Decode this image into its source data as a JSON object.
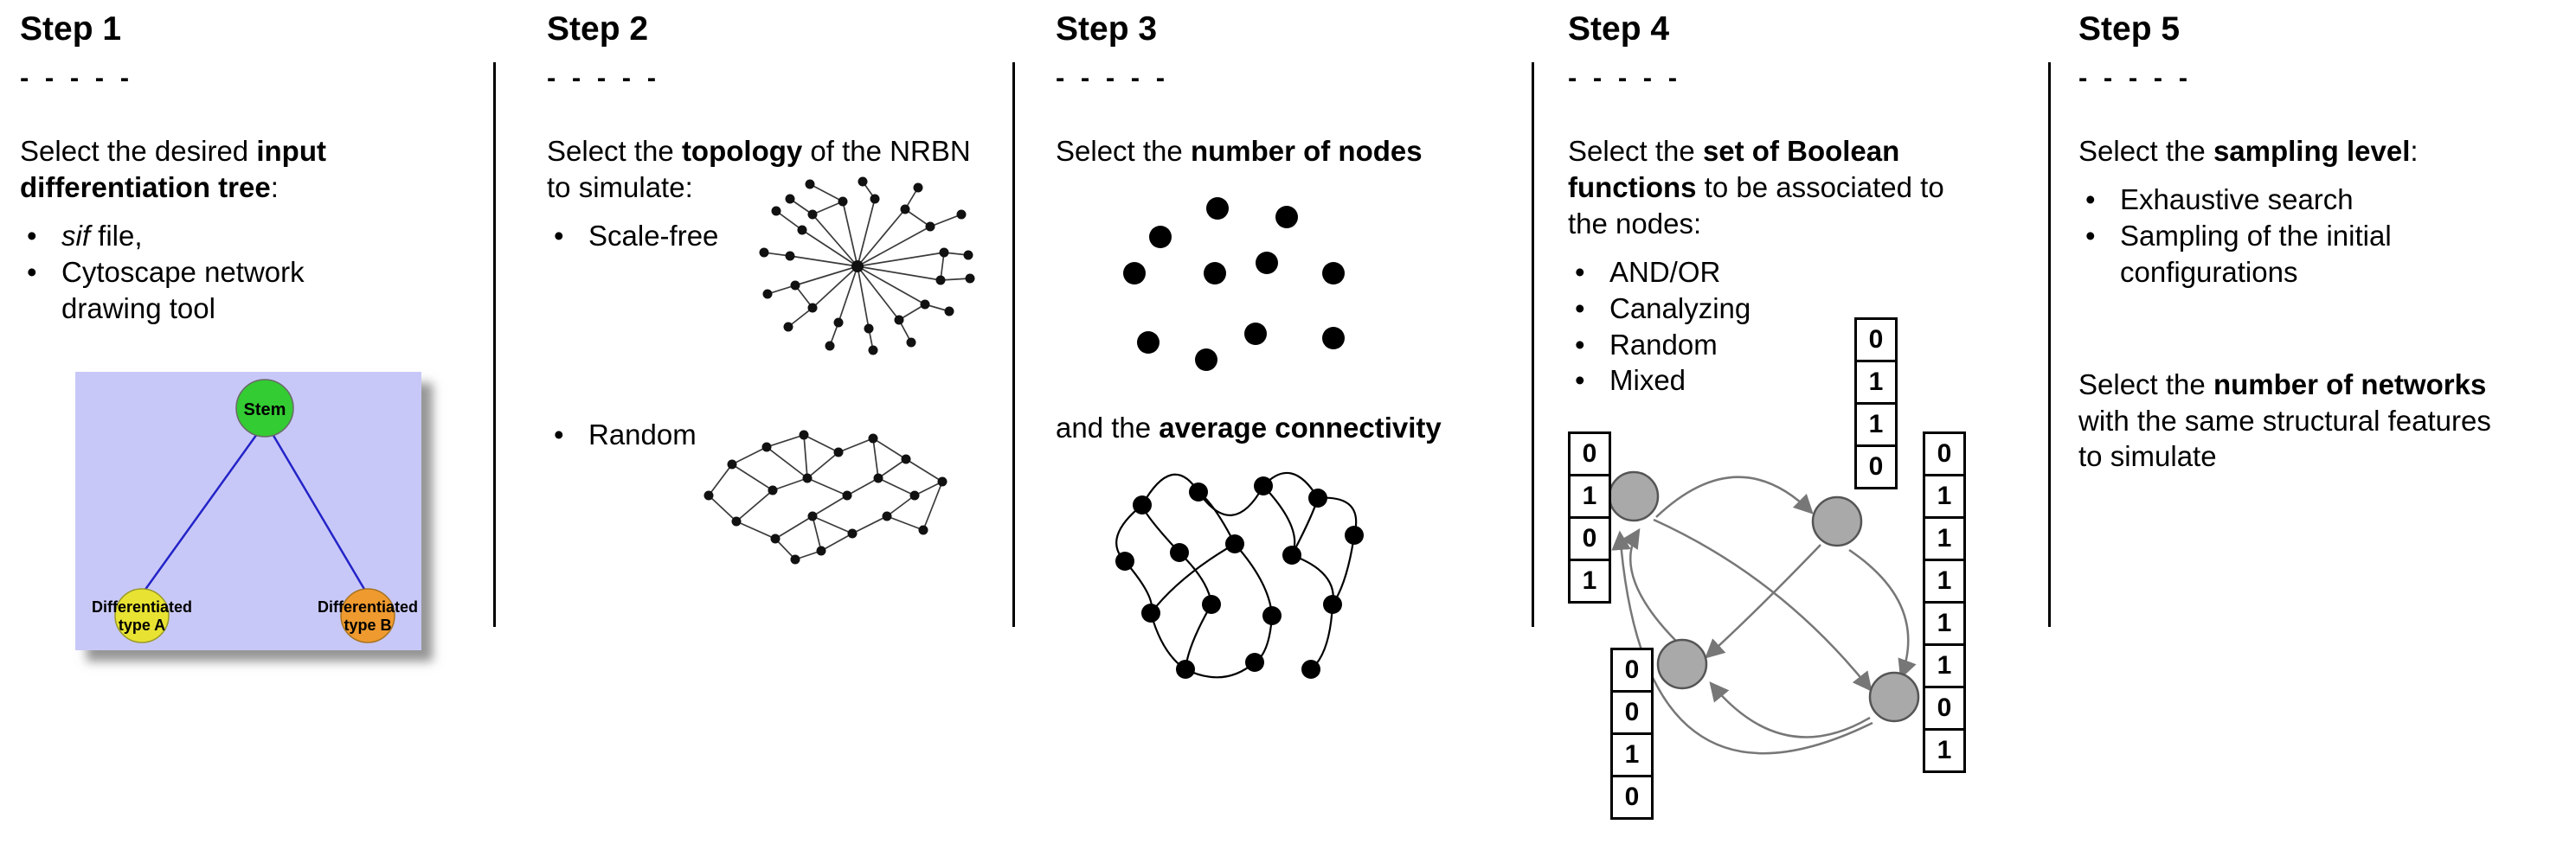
{
  "steps": [
    {
      "title": "Step 1",
      "dashes": "- - - - -",
      "intro": {
        "pre": "Select the desired ",
        "bold": "input differentiation tree",
        "post": ":"
      },
      "bullets": [
        {
          "italic": "sif",
          "text": " file,"
        },
        {
          "text": "Cytoscape network drawing tool"
        }
      ],
      "tree": {
        "root_label": "Stem",
        "left_label_line1": "Differentiated",
        "left_label_line2": "type A",
        "right_label_line1": "Differentiated",
        "right_label_line2": "type B",
        "colors": {
          "background": "#c8c8f8",
          "root": "#33cc33",
          "left": "#e8e332",
          "right": "#ef9a2e",
          "edge": "#2323c8"
        }
      }
    },
    {
      "title": "Step 2",
      "dashes": "- - - - -",
      "intro": {
        "pre": "Select the ",
        "bold": "topology",
        "post": " of the NRBN to simulate:"
      },
      "bullets": [
        {
          "text": "Scale-free"
        },
        {
          "text": "Random"
        }
      ]
    },
    {
      "title": "Step 3",
      "dashes": "- - - - -",
      "intro": {
        "pre": "Select the ",
        "bold": "number of nodes",
        "post": ""
      },
      "intro2": {
        "pre": "and the ",
        "bold": "average connectivity",
        "post": ""
      }
    },
    {
      "title": "Step 4",
      "dashes": "- - - - -",
      "intro": {
        "pre": "Select the ",
        "bold": "set of Boolean functions",
        "post": " to be associated to the nodes:"
      },
      "bullets": [
        {
          "text": "AND/OR"
        },
        {
          "text": "Canalyzing"
        },
        {
          "text": "Random"
        },
        {
          "text": "Mixed"
        }
      ],
      "truth_tables": [
        {
          "name": "left",
          "values": [
            "0",
            "1",
            "0",
            "1"
          ]
        },
        {
          "name": "top",
          "values": [
            "0",
            "1",
            "1",
            "0"
          ]
        },
        {
          "name": "bottom-left",
          "values": [
            "0",
            "0",
            "1",
            "0"
          ]
        },
        {
          "name": "right",
          "values": [
            "0",
            "1",
            "1",
            "1",
            "1",
            "1",
            "0",
            "1"
          ]
        }
      ]
    },
    {
      "title": "Step 5",
      "dashes": "- - - - -",
      "intro": {
        "pre": "Select the ",
        "bold": "sampling level",
        "post": ":"
      },
      "bullets": [
        {
          "text": "Exhaustive search"
        },
        {
          "text": "Sampling of the initial configurations"
        }
      ],
      "outro": {
        "pre": "Select the ",
        "bold": "number of networks",
        "post": " with the same structural features to simulate"
      }
    }
  ]
}
